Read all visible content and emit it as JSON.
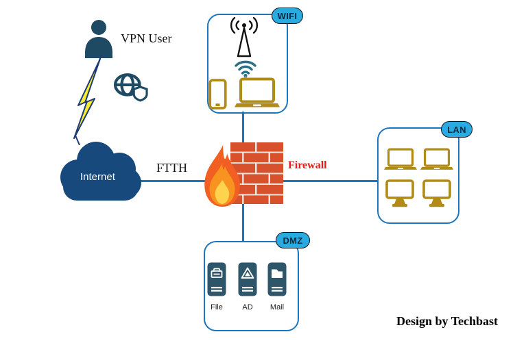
{
  "diagram": {
    "vpn_user": {
      "label": "VPN User"
    },
    "internet": {
      "label": "Internet"
    },
    "link_label": "FTTH",
    "firewall": {
      "label": "Firewall"
    },
    "zones": {
      "wifi": {
        "label": "WIFI"
      },
      "lan": {
        "label": "LAN"
      },
      "dmz": {
        "label": "DMZ",
        "servers": [
          {
            "label": "File"
          },
          {
            "label": "AD"
          },
          {
            "label": "Mail"
          }
        ]
      }
    },
    "credit": "Design by Techbast"
  },
  "colors": {
    "line_blue": "#1b75bc",
    "badge_fill": "#29abe2",
    "cloud_navy": "#17497d",
    "icon_dark_teal": "#1f4a63",
    "server_slate": "#2d566b",
    "device_gold": "#b28b16",
    "brick_orange": "#d8512d",
    "mortar_gray": "#e9e4de",
    "flame_orange": "#f15f22",
    "flame_mid": "#f7931e",
    "flame_inner": "#ffd34e",
    "firewall_text_red": "#ee1515",
    "bolt_yellow": "#f7ec2e",
    "bolt_outline": "#1f3b73",
    "wifi_teal": "#2a6f85",
    "tower_purple": "#8a86b8"
  }
}
